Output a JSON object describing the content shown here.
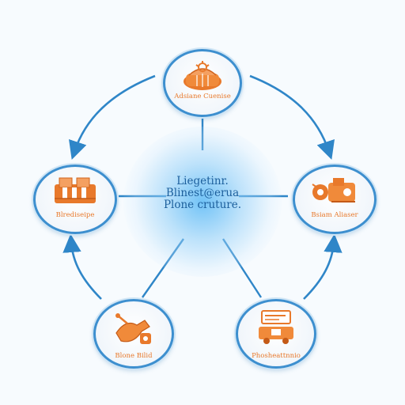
{
  "diagram": {
    "center_lines": [
      "Liegetinr.",
      "Blinest@erua",
      "Plone cruture."
    ],
    "nodes": [
      {
        "id": "top",
        "label": "Adsiane Cuenise",
        "icon": "orange-cloud-gear-icon"
      },
      {
        "id": "left",
        "label": "Blrediseipe",
        "icon": "orange-toolbox-icon"
      },
      {
        "id": "right",
        "label": "Bsiam Aliaser",
        "icon": "orange-machinery-icon"
      },
      {
        "id": "bottom-left",
        "label": "Blone Bilid",
        "icon": "orange-hand-tool-icon"
      },
      {
        "id": "bottom-right",
        "label": "Phosheattnnio",
        "icon": "orange-vehicle-card-icon"
      }
    ],
    "colors": {
      "accent": "#e8792b",
      "line": "#2f86c8",
      "ring": "#3d8fcf",
      "text": "#1c5f9c"
    }
  }
}
